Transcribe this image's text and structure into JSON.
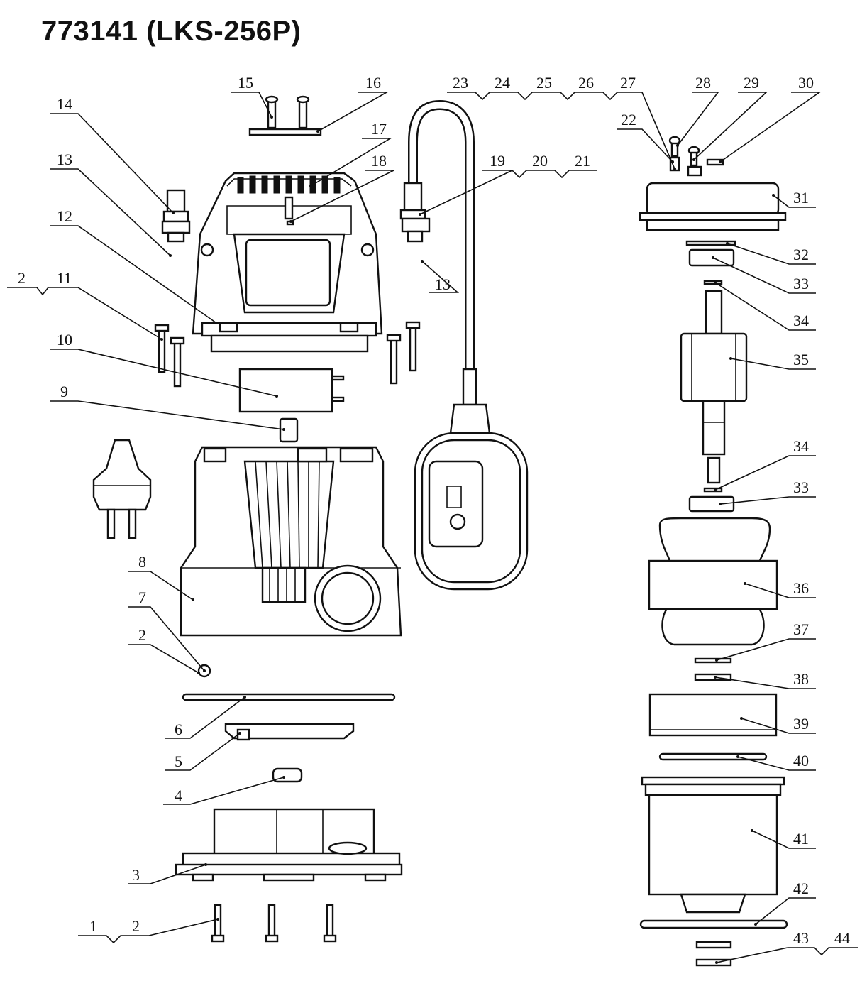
{
  "title": "773141 (LKS-256P)",
  "colors": {
    "ink": "#111111",
    "paper": "#ffffff"
  },
  "callouts": [
    {
      "id": "c1",
      "label": "1"
    },
    {
      "id": "c2a",
      "label": "2"
    },
    {
      "id": "c2b",
      "label": "2"
    },
    {
      "id": "c2c",
      "label": "2"
    },
    {
      "id": "c3",
      "label": "3"
    },
    {
      "id": "c4",
      "label": "4"
    },
    {
      "id": "c5",
      "label": "5"
    },
    {
      "id": "c6",
      "label": "6"
    },
    {
      "id": "c7",
      "label": "7"
    },
    {
      "id": "c8",
      "label": "8"
    },
    {
      "id": "c9",
      "label": "9"
    },
    {
      "id": "c10",
      "label": "10"
    },
    {
      "id": "c11",
      "label": "11"
    },
    {
      "id": "c12",
      "label": "12"
    },
    {
      "id": "c13a",
      "label": "13"
    },
    {
      "id": "c13b",
      "label": "13"
    },
    {
      "id": "c14",
      "label": "14"
    },
    {
      "id": "c15",
      "label": "15"
    },
    {
      "id": "c16",
      "label": "16"
    },
    {
      "id": "c17",
      "label": "17"
    },
    {
      "id": "c18",
      "label": "18"
    },
    {
      "id": "c19",
      "label": "19"
    },
    {
      "id": "c20",
      "label": "20"
    },
    {
      "id": "c21",
      "label": "21"
    },
    {
      "id": "c22",
      "label": "22"
    },
    {
      "id": "c23",
      "label": "23"
    },
    {
      "id": "c24",
      "label": "24"
    },
    {
      "id": "c25",
      "label": "25"
    },
    {
      "id": "c26",
      "label": "26"
    },
    {
      "id": "c27",
      "label": "27"
    },
    {
      "id": "c28",
      "label": "28"
    },
    {
      "id": "c29",
      "label": "29"
    },
    {
      "id": "c30",
      "label": "30"
    },
    {
      "id": "c31",
      "label": "31"
    },
    {
      "id": "c32",
      "label": "32"
    },
    {
      "id": "c33a",
      "label": "33"
    },
    {
      "id": "c33b",
      "label": "33"
    },
    {
      "id": "c34a",
      "label": "34"
    },
    {
      "id": "c34b",
      "label": "34"
    },
    {
      "id": "c35",
      "label": "35"
    },
    {
      "id": "c36",
      "label": "36"
    },
    {
      "id": "c37",
      "label": "37"
    },
    {
      "id": "c38",
      "label": "38"
    },
    {
      "id": "c39",
      "label": "39"
    },
    {
      "id": "c40",
      "label": "40"
    },
    {
      "id": "c41",
      "label": "41"
    },
    {
      "id": "c42",
      "label": "42"
    },
    {
      "id": "c43",
      "label": "43"
    },
    {
      "id": "c44",
      "label": "44"
    }
  ]
}
